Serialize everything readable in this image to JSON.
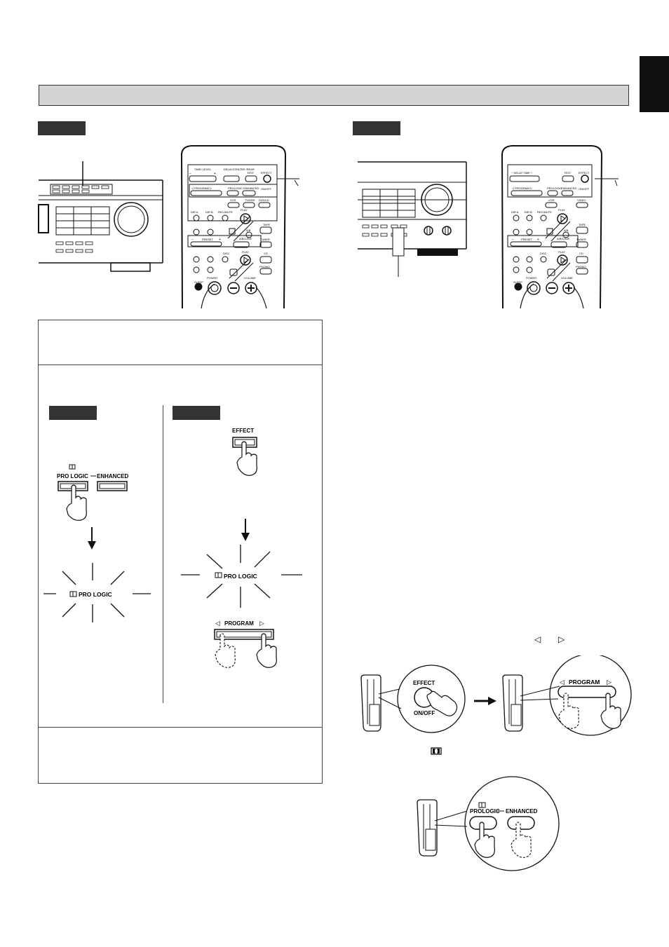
{
  "remote": {
    "row1_left": {
      "minus": "−",
      "time_level": "TIME/ LEVEL",
      "plus": "+",
      "delay_center_rear": "DELAY/CENTER /REAR",
      "test": "TEST",
      "effect": "EFFECT",
      "program": "◁ PROGRAM ▷",
      "prologic": "PROLOGIC",
      "enhanced": "ENHANCED",
      "on_off": "ON/OFF",
      "vcr": "VCR",
      "tv_dbs": "TV/DBS",
      "dvd_ld": "DVD/LD",
      "dir_a": "DIR A",
      "dir_b": "DIR B",
      "rec_mute": "REC/MUTE",
      "play": "PLAY",
      "tape": "TAPE",
      "ab": "A/B",
      "preset_minus": "−",
      "preset": "PRESET",
      "preset_plus": "+",
      "abcde": "A/B/C/D/E",
      "tuner": "TUNER",
      "disc": "DISC",
      "cd": "CD",
      "phono": "PHONO",
      "sleep": "SLEEP",
      "power": "POWER",
      "volume": "VOLUME"
    },
    "row1_right": {
      "delay_time": "− DELAY TIME +",
      "video": "VIDEO"
    }
  },
  "illustrations": {
    "pro_logic": "PRO LOGIC",
    "enhanced": "ENHANCED",
    "effect": "EFFECT",
    "program": "PROGRAM",
    "effect_on_off_top": "EFFECT",
    "effect_on_off_bottom": "ON/OFF",
    "prologic_bubble": "PROLOGIC",
    "enhanced_bubble": "ENHANCED"
  },
  "symbols": {
    "left_triangle": "◁",
    "right_triangle": "▷"
  }
}
